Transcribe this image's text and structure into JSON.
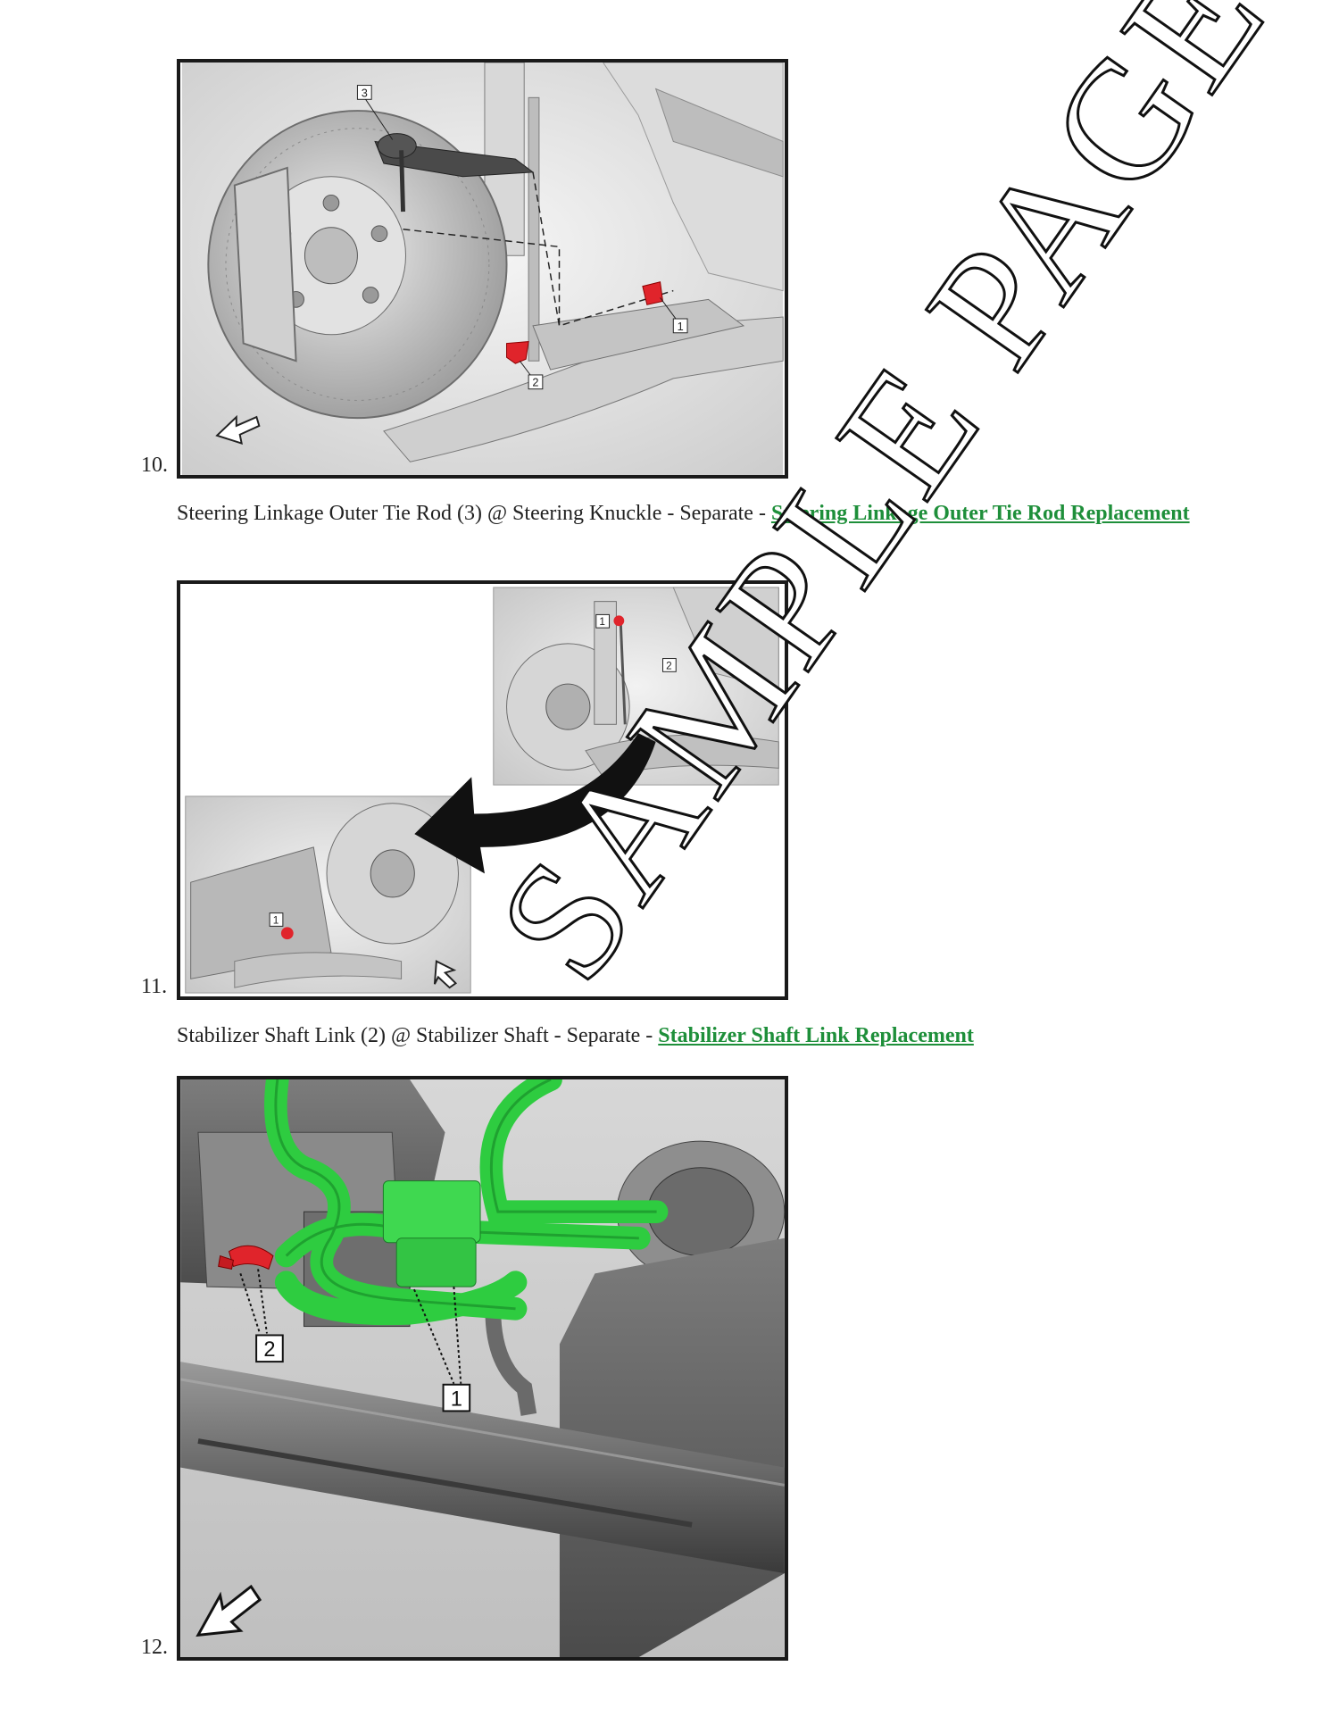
{
  "steps": [
    {
      "number": "10.",
      "callouts": [
        "3",
        "1",
        "2"
      ],
      "caption_text": "Steering Linkage Outer Tie Rod (3) @ Steering Knuckle - Separate - ",
      "link_text": "Steering Linkage Outer Tie Rod Replacement"
    },
    {
      "number": "11.",
      "callouts": [
        "1",
        "2",
        "1"
      ],
      "caption_text": "Stabilizer Shaft Link (2) @ Stabilizer Shaft - Separate - ",
      "link_text": "Stabilizer Shaft Link Replacement"
    },
    {
      "number": "12.",
      "callouts": [
        "2",
        "1"
      ]
    }
  ],
  "watermark": "SAMPLE PAGE",
  "colors": {
    "link": "#1e8f3a",
    "highlight_red": "#e0242b",
    "harness_green": "#2ecc40"
  }
}
